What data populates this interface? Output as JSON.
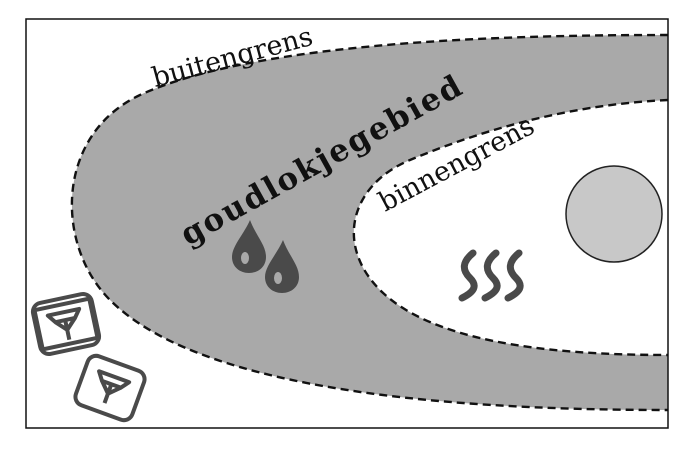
{
  "labels": {
    "outer_boundary": "buitengrens",
    "inner_boundary": "binnengrens",
    "zone": "goudlokjegebied"
  },
  "colors": {
    "background": "#ffffff",
    "zone_fill": "#a9a9a9",
    "star_fill": "#c8c8c8",
    "icon_dark": "#4a4a4a",
    "outline": "#111111"
  },
  "icons": {
    "star": "star-circle",
    "cold": "ice-cubes-icon",
    "habitable": "water-drops-icon",
    "hot": "steam-icon"
  }
}
